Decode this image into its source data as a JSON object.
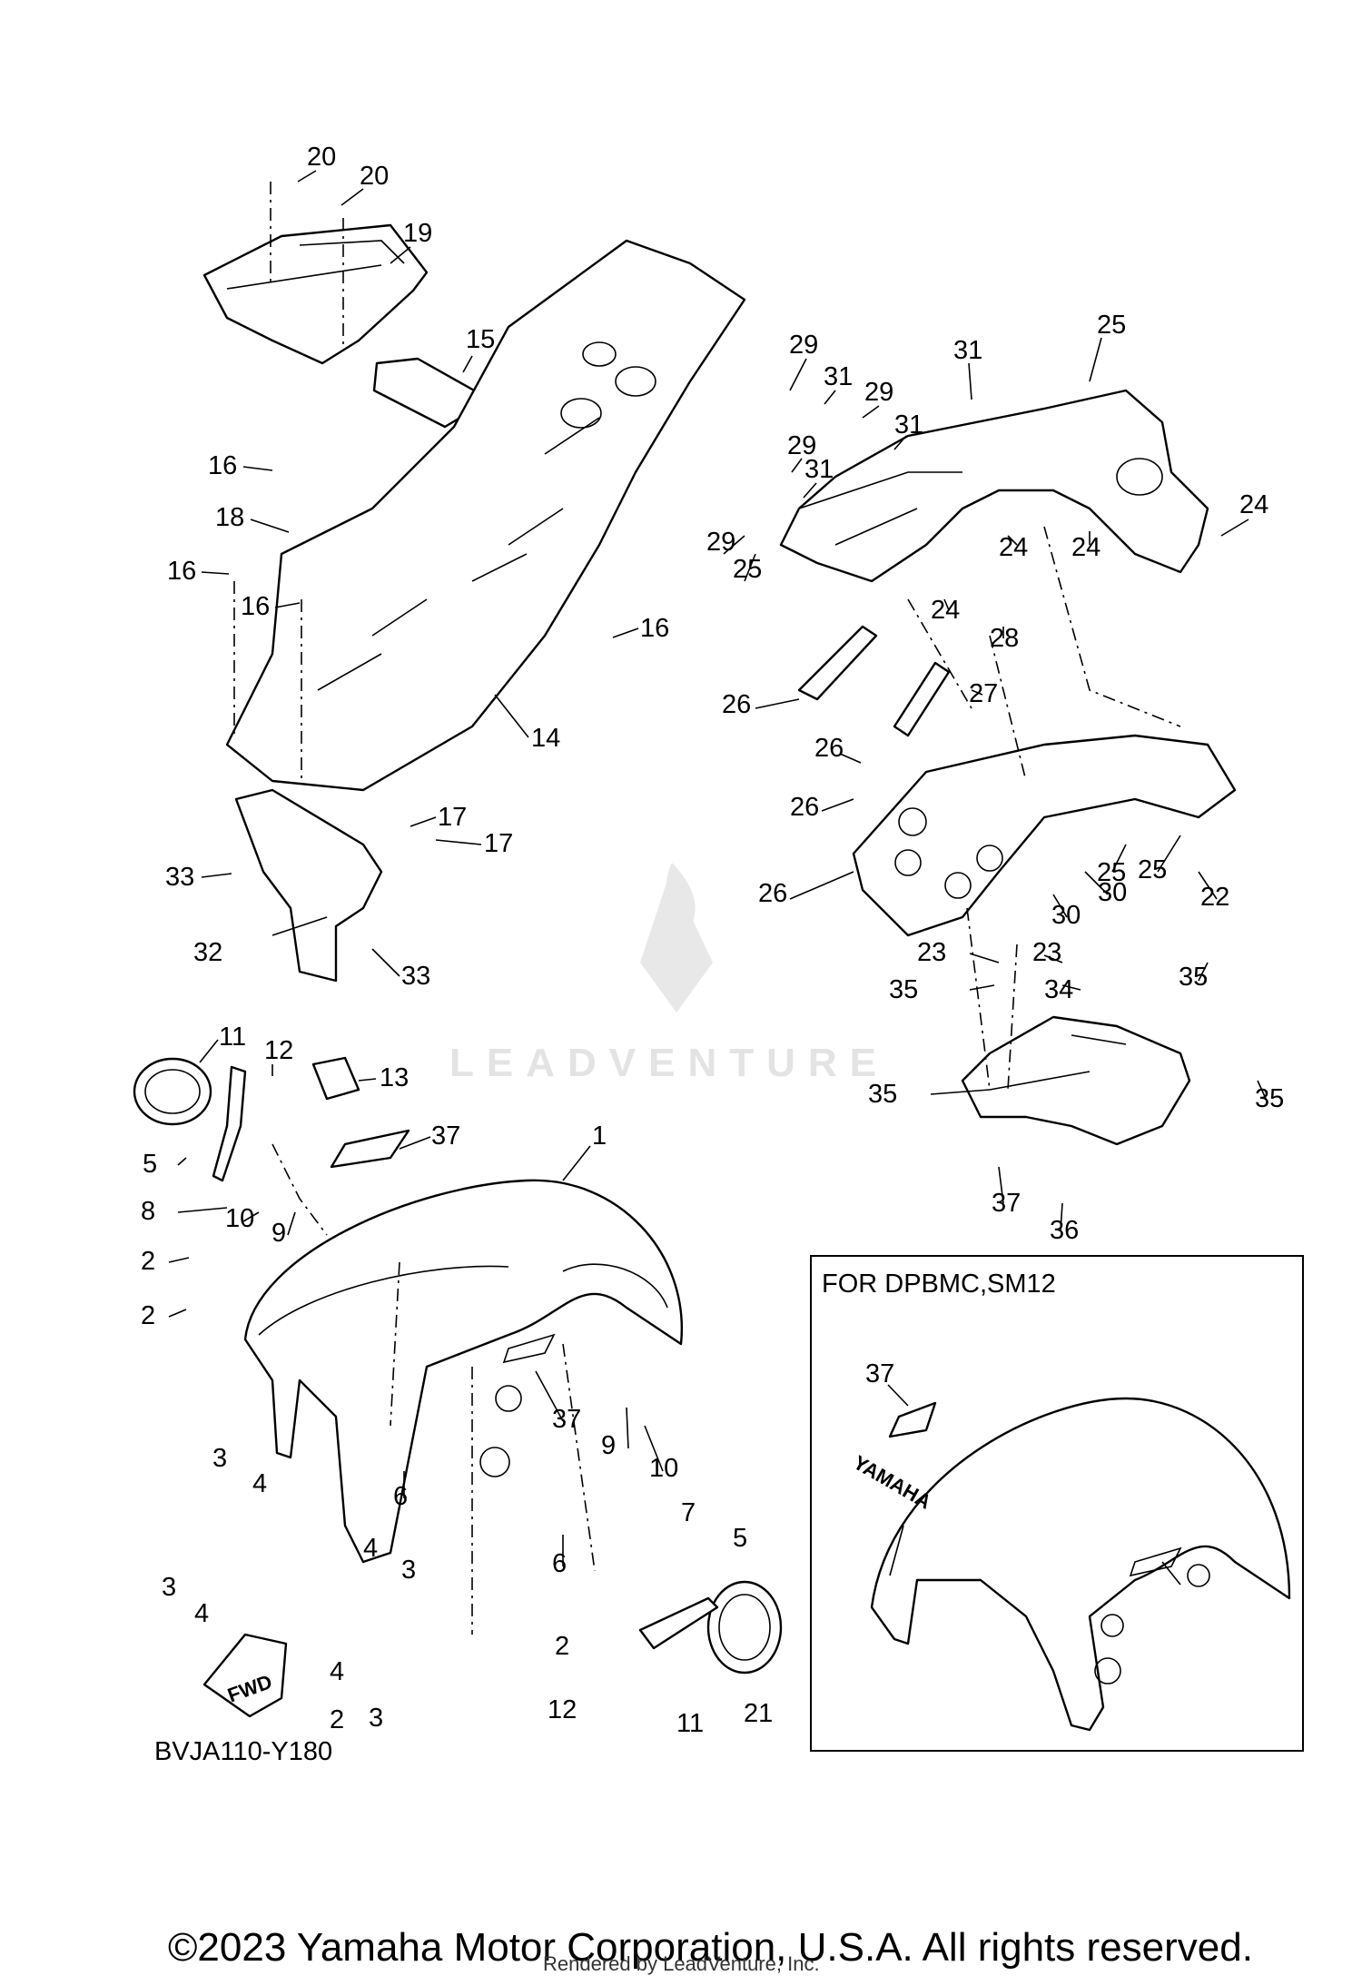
{
  "diagram_code": "BVJA110-Y180",
  "inset_title": "FOR DPBMC,SM12",
  "fwd_label": "FWD",
  "brand_decal": "YAMAHA",
  "watermark": "LEADVENTURE",
  "copyright": "©2023 Yamaha Motor Corporation, U.S.A. All rights reserved.",
  "rendered_by": "Rendered by LeadVenture, Inc.",
  "callouts": [
    "20",
    "20",
    "19",
    "15",
    "16",
    "18",
    "16",
    "16",
    "16",
    "14",
    "17",
    "17",
    "33",
    "32",
    "33",
    "11",
    "12",
    "13",
    "5",
    "8",
    "10",
    "9",
    "2",
    "2",
    "37",
    "1",
    "37",
    "9",
    "10",
    "6",
    "6",
    "3",
    "4",
    "3",
    "4",
    "4",
    "3",
    "4",
    "3",
    "2",
    "2",
    "12",
    "7",
    "5",
    "11",
    "21",
    "25",
    "31",
    "29",
    "31",
    "29",
    "31",
    "29",
    "31",
    "29",
    "25",
    "24",
    "24",
    "24",
    "24",
    "28",
    "26",
    "27",
    "26",
    "26",
    "25",
    "25",
    "22",
    "26",
    "30",
    "30",
    "23",
    "23",
    "35",
    "34",
    "35",
    "35",
    "35",
    "37",
    "36",
    "37"
  ]
}
